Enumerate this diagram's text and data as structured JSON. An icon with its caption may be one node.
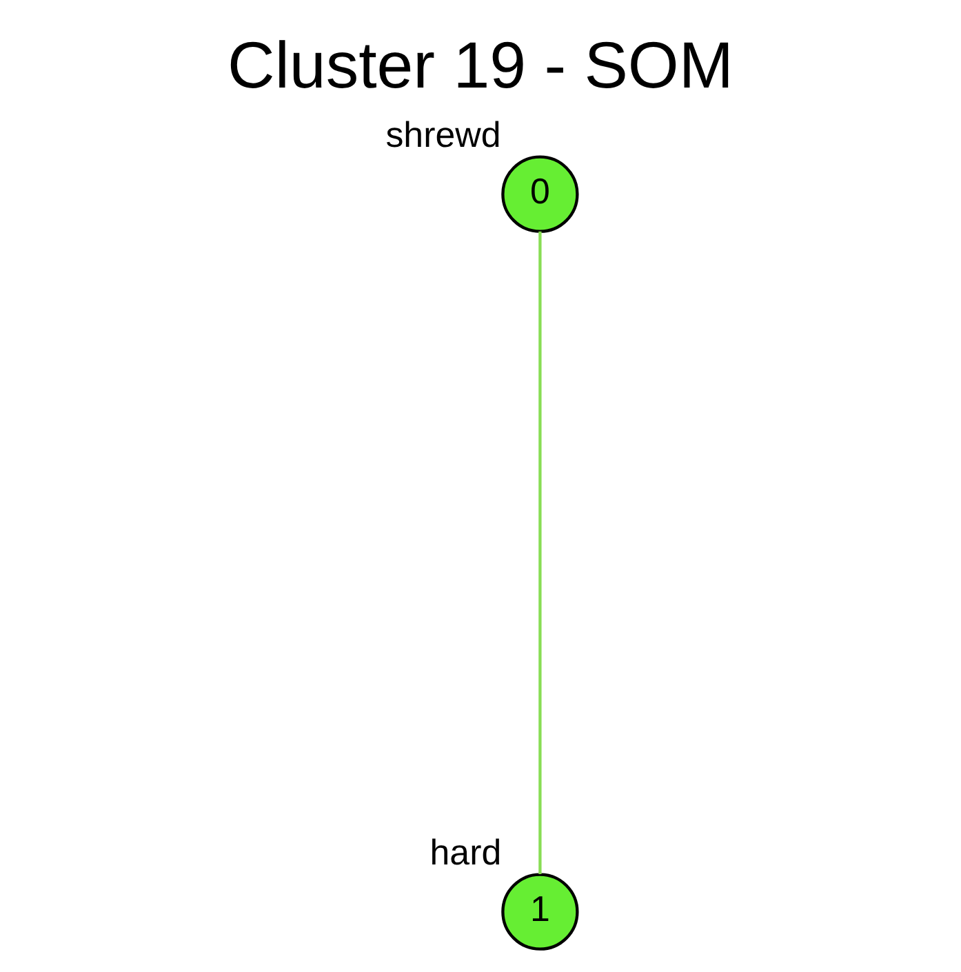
{
  "diagram": {
    "title": "Cluster 19 - SOM",
    "nodes": [
      {
        "text": [
          "0"
        ],
        "beside": [
          "shrewd"
        ]
      },
      {
        "text": [
          "1"
        ],
        "beside": [
          "hard"
        ]
      }
    ],
    "edges": [
      {
        "from": 0,
        "to": 1,
        "arrow": "none"
      }
    ]
  }
}
